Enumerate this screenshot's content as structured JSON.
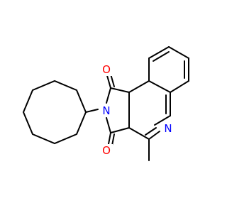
{
  "molecule": {
    "atoms": [
      {
        "id": "O1",
        "symbol": "O",
        "color": "#ff0000",
        "label": "O"
      },
      {
        "id": "O2",
        "symbol": "O",
        "color": "#ff0000",
        "label": "O"
      },
      {
        "id": "N1",
        "symbol": "N",
        "color": "#0000ff",
        "label": "N"
      },
      {
        "id": "N2",
        "symbol": "N",
        "color": "#0000ff",
        "label": "N"
      }
    ],
    "bond_color": "#000000",
    "background": "#ffffff"
  }
}
